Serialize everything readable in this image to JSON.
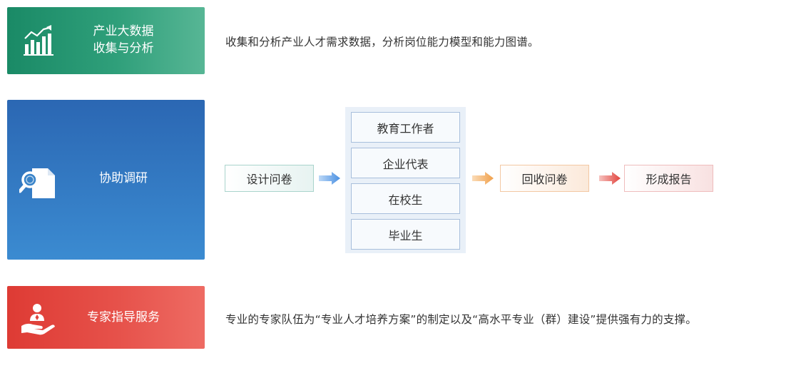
{
  "cards": [
    {
      "title_line1": "产业大数据",
      "title_line2": "收集与分析",
      "icon": "bar-chart-icon",
      "color": "#1f8f6b",
      "description": "收集和分析产业人才需求数据，分析岗位能力模型和能力图谱。"
    },
    {
      "title": "协助调研",
      "icon": "search-document-icon",
      "color": "#2f78c4"
    },
    {
      "title": "专家指导服务",
      "icon": "expert-hand-icon",
      "color": "#e2453e",
      "description": "专业的专家队伍为“专业人才培养方案”的制定以及“高水平专业（群）建设”提供强有力的支撑。"
    }
  ],
  "flow": {
    "step1": "设计问卷",
    "targets": [
      "教育工作者",
      "企业代表",
      "在校生",
      "毕业生"
    ],
    "step2": "回收问卷",
    "step3": "形成报告"
  },
  "colors": {
    "arrow_blue": "#4a90e2",
    "arrow_orange": "#f0a04b",
    "arrow_red": "#e2453e"
  }
}
